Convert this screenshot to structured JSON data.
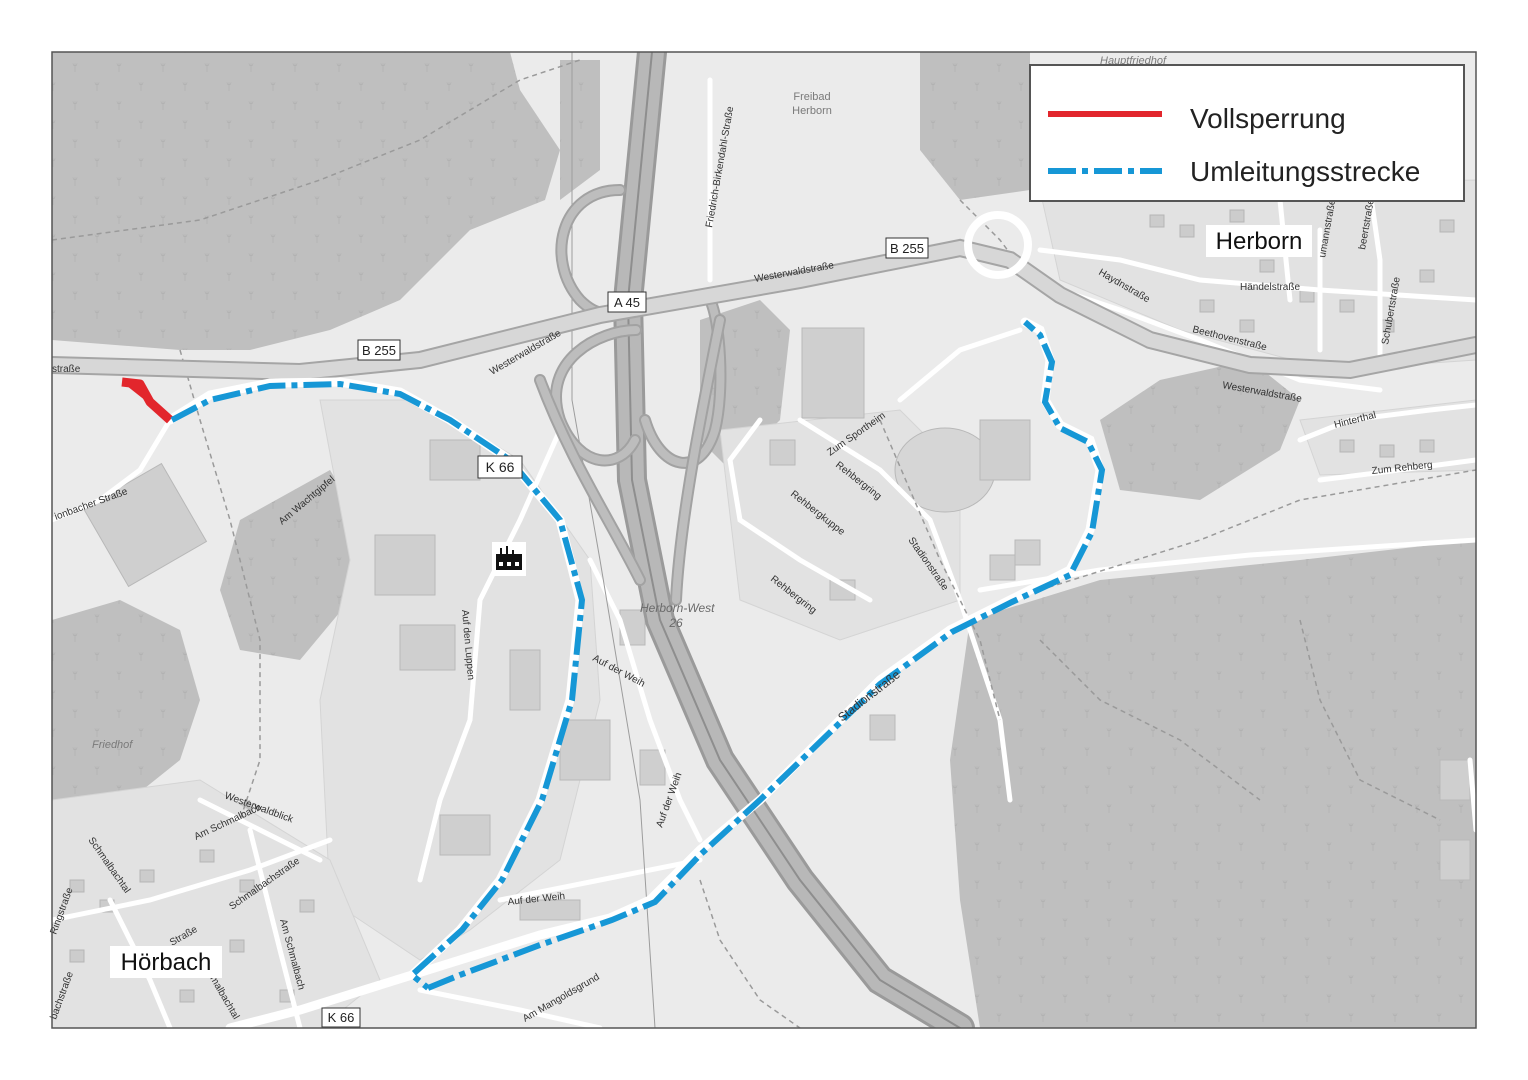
{
  "legend": {
    "closure_label": "Vollsperrung",
    "detour_label": "Umleitungsstrecke",
    "closure_color": "#e2262c",
    "detour_color": "#1697d6"
  },
  "places": {
    "herborn": "Herborn",
    "hoerbach": "Hörbach"
  },
  "poi": {
    "freibad": "Freibad",
    "freibad_name": "Herborn",
    "hauptfriedhof": "Hauptfriedhof",
    "friedhof": "Friedhof",
    "junction_name": "Herborn-West",
    "junction_number": "26",
    "factory_icon": "factory-icon"
  },
  "shields": {
    "a45": "A 45",
    "b255_east": "B 255",
    "b255_west": "B 255",
    "k66_north": "K 66",
    "k66_south": "K 66"
  },
  "streets": {
    "westerwaldstrasse_east": "Westerwaldstraße",
    "westerwaldstrasse_ramp": "Westerwaldstraße",
    "westerwaldstrasse_herborn": "Westerwaldstraße",
    "westerwaldstrasse_west": "straße",
    "friedrich_birkendahl": "Friedrich-Birkendahl-Straße",
    "haydnstrasse": "Haydnstraße",
    "haendelstrasse": "Händelstraße",
    "beethovenstrasse": "Beethovenstraße",
    "schubertstrasse": "Schubertstraße",
    "brahmsstrasse": "beertstraße",
    "mozartstrasse": "umannstraße",
    "hinterthal": "Hinterthal",
    "zum_rehberg": "Zum Rehberg",
    "zum_sportheim": "Zum Sportheim",
    "rehbergring_1": "Rehbergring",
    "rehbergring_2": "Rehbergring",
    "rehbergkuppe": "Rehbergkuppe",
    "stadionstrasse_small": "Stadionstraße",
    "stadionstrasse_big": "Stadionstraße",
    "am_nachtgipfel": "Am Wachtgipfel",
    "auf_den_luppen": "Auf den Luppen",
    "auf_der_weih_1": "Auf der Weih",
    "auf_der_weih_2": "Auf der Weih",
    "auf_der_weih_3": "Auf der Weih",
    "sinnbacher_strasse": "ionbacher Straße",
    "westerwaldblick": "Westerwaldblick",
    "am_schmalbach": "Am Schmalbach",
    "schmalbachstrasse": "Schmalbachstraße",
    "schmalbachtal_1": "Schmalbachtal",
    "schmalbachtal_2": "malbachtal",
    "am_schmalbach_2": "Am Schmalbach",
    "ringstrasse": "Ringstraße",
    "brasse": "Straße",
    "bachstrasse": "bachstraße",
    "am_mangoldsgrund": "Am Mangoldsgrund"
  }
}
